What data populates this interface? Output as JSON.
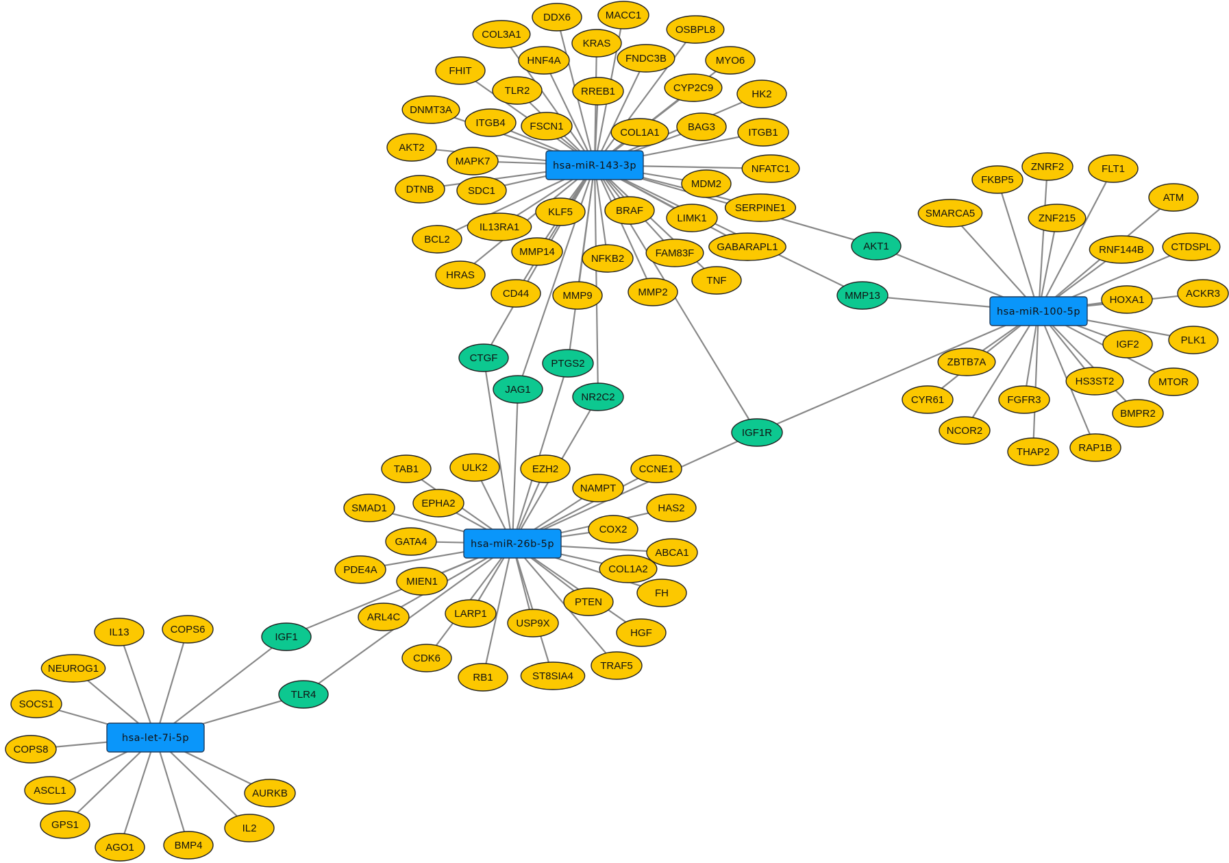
{
  "colors": {
    "mirna": "#0a96fa",
    "target": "#fcc800",
    "shared": "#0dc890",
    "edge": "#888888"
  },
  "mirnas": [
    {
      "id": "miR143",
      "label": "hsa-miR-143-3p"
    },
    {
      "id": "miR100",
      "label": "hsa-miR-100-5p"
    },
    {
      "id": "miR26b",
      "label": "hsa-miR-26b-5p"
    },
    {
      "id": "let7i",
      "label": "hsa-let-7i-5p"
    }
  ],
  "shared_targets": [
    "AKT1",
    "MMP13",
    "IGF1R",
    "CTGF",
    "PTGS2",
    "JAG1",
    "NR2C2",
    "IGF1",
    "TLR4"
  ],
  "targets": {
    "miR143": [
      "DDX6",
      "MACC1",
      "COL3A1",
      "KRAS",
      "OSBPL8",
      "HNF4A",
      "FNDC3B",
      "MYO6",
      "FHIT",
      "TLR2",
      "RREB1",
      "CYP2C9",
      "HK2",
      "DNMT3A",
      "ITGB4",
      "FSCN1",
      "COL1A1",
      "BAG3",
      "ITGB1",
      "AKT2",
      "MAPK7",
      "NFATC1",
      "MDM2",
      "DTNB",
      "SDC1",
      "SERPINE1",
      "KLF5",
      "BRAF",
      "LIMK1",
      "IL13RA1",
      "BCL2",
      "GABARAPL1",
      "FAM83F",
      "MMP14",
      "NFKB2",
      "HRAS",
      "TNF",
      "CD44",
      "MMP9",
      "MMP2"
    ],
    "miR100": [
      "ZNRF2",
      "FLT1",
      "FKBP5",
      "ATM",
      "SMARCA5",
      "ZNF215",
      "RNF144B",
      "CTDSPL",
      "HOXA1",
      "ACKR3",
      "PLK1",
      "IGF2",
      "ZBTB7A",
      "MTOR",
      "HS3ST2",
      "CYR61",
      "FGFR3",
      "BMPR2",
      "NCOR2",
      "RAP1B",
      "THAP2"
    ],
    "miR26b": [
      "TAB1",
      "ULK2",
      "EZH2",
      "CCNE1",
      "EPHA2",
      "NAMPT",
      "SMAD1",
      "HAS2",
      "GATA4",
      "COX2",
      "ABCA1",
      "PDE4A",
      "COL1A2",
      "MIEN1",
      "FH",
      "PTEN",
      "LARP1",
      "ARL4C",
      "USP9X",
      "HGF",
      "CDK6",
      "RB1",
      "ST8SIA4",
      "TRAF5"
    ],
    "let7i": [
      "IL13",
      "COPS6",
      "NEUROG1",
      "SOCS1",
      "COPS8",
      "ASCL1",
      "AURKB",
      "GPS1",
      "IL2",
      "AGO1",
      "BMP4"
    ]
  },
  "links": {
    "AKT1": [
      "miR143",
      "miR100"
    ],
    "MMP13": [
      "miR143",
      "miR100"
    ],
    "IGF1R": [
      "miR143",
      "miR26b",
      "miR100"
    ],
    "CTGF": [
      "miR143",
      "miR26b"
    ],
    "PTGS2": [
      "miR143",
      "miR26b"
    ],
    "JAG1": [
      "miR143",
      "miR26b"
    ],
    "NR2C2": [
      "miR143",
      "miR26b"
    ],
    "IGF1": [
      "miR26b",
      "let7i"
    ],
    "TLR4": [
      "miR26b",
      "let7i"
    ]
  }
}
